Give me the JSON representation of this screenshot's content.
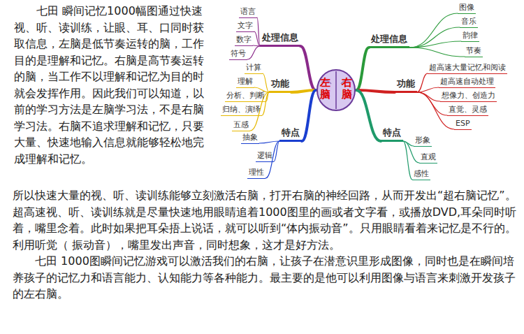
{
  "diagram": {
    "nodes": [
      {
        "text": [
          "左脑",
          "右脑"
        ]
      },
      {
        "text": [
          "处理信息"
        ]
      },
      {
        "text": [
          "语言"
        ]
      },
      {
        "text": [
          "文字"
        ]
      },
      {
        "text": [
          "数字"
        ]
      },
      {
        "text": [
          "符号"
        ]
      },
      {
        "text": [
          "功能"
        ]
      },
      {
        "text": [
          "计算"
        ]
      },
      {
        "text": [
          "理解"
        ]
      },
      {
        "text": [
          "分析、判断"
        ]
      },
      {
        "text": [
          "归纳、演绎"
        ]
      },
      {
        "text": [
          "五感"
        ]
      },
      {
        "text": [
          "特点"
        ]
      },
      {
        "text": [
          "抽象"
        ]
      },
      {
        "text": [
          "逻辑"
        ]
      },
      {
        "text": [
          "理性"
        ]
      },
      {
        "text": [
          "处理信息"
        ]
      },
      {
        "text": [
          "图像"
        ]
      },
      {
        "text": [
          "音乐"
        ]
      },
      {
        "text": [
          "韵律"
        ]
      },
      {
        "text": [
          "节奏"
        ]
      },
      {
        "text": [
          "功能"
        ]
      },
      {
        "text": [
          "超高速大量记忆和阅读"
        ]
      },
      {
        "text": [
          "超高速自动处理"
        ]
      },
      {
        "text": [
          "想像力、创造力"
        ]
      },
      {
        "text": [
          "直觉、灵感"
        ]
      },
      {
        "text": [
          "ESP"
        ]
      },
      {
        "text": [
          "特点"
        ]
      },
      {
        "text": [
          "形象"
        ]
      },
      {
        "text": [
          "直观"
        ]
      },
      {
        "text": [
          "感性"
        ]
      }
    ],
    "edges": [
      {
        "from": 0,
        "to": 1,
        "arrow": "none"
      },
      {
        "from": 1,
        "to": 2,
        "arrow": "none"
      },
      {
        "from": 1,
        "to": 3,
        "arrow": "none"
      },
      {
        "from": 1,
        "to": 4,
        "arrow": "none"
      },
      {
        "from": 1,
        "to": 5,
        "arrow": "none"
      },
      {
        "from": 0,
        "to": 6,
        "arrow": "none"
      },
      {
        "from": 6,
        "to": 7,
        "arrow": "none"
      },
      {
        "from": 6,
        "to": 8,
        "arrow": "none"
      },
      {
        "from": 6,
        "to": 9,
        "arrow": "none"
      },
      {
        "from": 6,
        "to": 10,
        "arrow": "none"
      },
      {
        "from": 6,
        "to": 11,
        "arrow": "none"
      },
      {
        "from": 0,
        "to": 12,
        "arrow": "none"
      },
      {
        "from": 12,
        "to": 13,
        "arrow": "none"
      },
      {
        "from": 12,
        "to": 14,
        "arrow": "none"
      },
      {
        "from": 12,
        "to": 15,
        "arrow": "none"
      },
      {
        "from": 0,
        "to": 16,
        "arrow": "none"
      },
      {
        "from": 16,
        "to": 17,
        "arrow": "none"
      },
      {
        "from": 16,
        "to": 18,
        "arrow": "none"
      },
      {
        "from": 16,
        "to": 19,
        "arrow": "none"
      },
      {
        "from": 16,
        "to": 20,
        "arrow": "none"
      },
      {
        "from": 0,
        "to": 21,
        "arrow": "none"
      },
      {
        "from": 21,
        "to": 22,
        "arrow": "none"
      },
      {
        "from": 21,
        "to": 23,
        "arrow": "none"
      },
      {
        "from": 21,
        "to": 24,
        "arrow": "none"
      },
      {
        "from": 21,
        "to": 25,
        "arrow": "none"
      },
      {
        "from": 21,
        "to": 26,
        "arrow": "none"
      },
      {
        "from": 0,
        "to": 27,
        "arrow": "none"
      },
      {
        "from": 27,
        "to": 28,
        "arrow": "none"
      },
      {
        "from": 27,
        "to": 29,
        "arrow": "none"
      },
      {
        "from": 27,
        "to": 30,
        "arrow": "none"
      }
    ],
    "labels": [
      "七田 瞬间记忆1000幅图通过快速视、听、读训练，让眼、耳、口同时获取信息，左脑是低节奏运转的脑，工作目的是理解和记忆。右脑是高节奏运转的脑，当工作不以理解和记忆为目的时就会发挥作用。因此我们可以知道，以前的学习方法是左脑学习法，不是右脑学习法。右脑不追求理解和记忆，只要大量、快速地输入信息就能够轻松地完成理解和记忆。",
      "所以快速大量的视、听、读训练能够立刻激活右脑，打开右脑的神经回路，从而开发出“超右脑记忆”。超高速视、听、读训练就是尽量快速地用眼睛追着1000图里的画或者文字看，或播放DVD,耳朵同时听着，嘴里念着。此时如果把耳朵捂上说话，就可以听到“体内振动音”。只用眼睛看着来记忆是不行的。利用听觉（ 振动音），嘴里发出声音，同时想象，这才是好方法。",
      "七田 1000图瞬间记忆游戏可以激活我们的右脑，让孩子在潜意识里形成图像，同时也是在瞬间培养孩子的记忆力和语言能力、认知能力等各种能力。最主要的是他可以利用图像与语言来刺激开发孩子的左右脑。"
    ]
  }
}
